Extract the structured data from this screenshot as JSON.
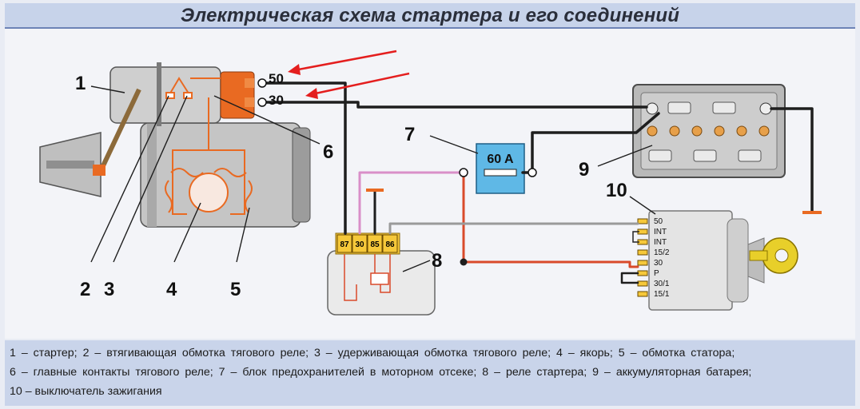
{
  "title": "Электрическая схема стартера и его соединений",
  "labels": {
    "n1": "1",
    "n2": "2",
    "n3": "3",
    "n4": "4",
    "n5": "5",
    "n6": "6",
    "n7": "7",
    "n8": "8",
    "n9": "9",
    "n10": "10"
  },
  "terminals": {
    "t50": "50",
    "t30": "30"
  },
  "fuse": {
    "rating": "60 A"
  },
  "relay_pins": [
    "87",
    "30",
    "85",
    "86"
  ],
  "switch_contacts": [
    "50",
    "INT",
    "INT",
    "15/2",
    "30",
    "P",
    "30/1",
    "15/1"
  ],
  "caption": [
    "1 – стартер; 2 – втягивающая обмотка тягового реле; 3 – удерживающая обмотка тягового реле; 4 – якорь; 5 – обмотка статора;",
    "6 – главные контакты тягового реле; 7 – блок предохранителей в моторном отсеке; 8 – реле стартера; 9 – аккумуляторная батарея;",
    "10 – выключатель зажигания"
  ],
  "colors": {
    "wire_black": "#1e1e1e",
    "wire_red": "#d94a2a",
    "wire_pink": "#d98fc8",
    "wire_gray": "#9a9a9a",
    "orange": "#e96a22",
    "fuse_block": "#5fb8e6",
    "key": "#e8cf2a",
    "caption_bg": "#c9d4ea",
    "arrow": "#e41e1e"
  }
}
